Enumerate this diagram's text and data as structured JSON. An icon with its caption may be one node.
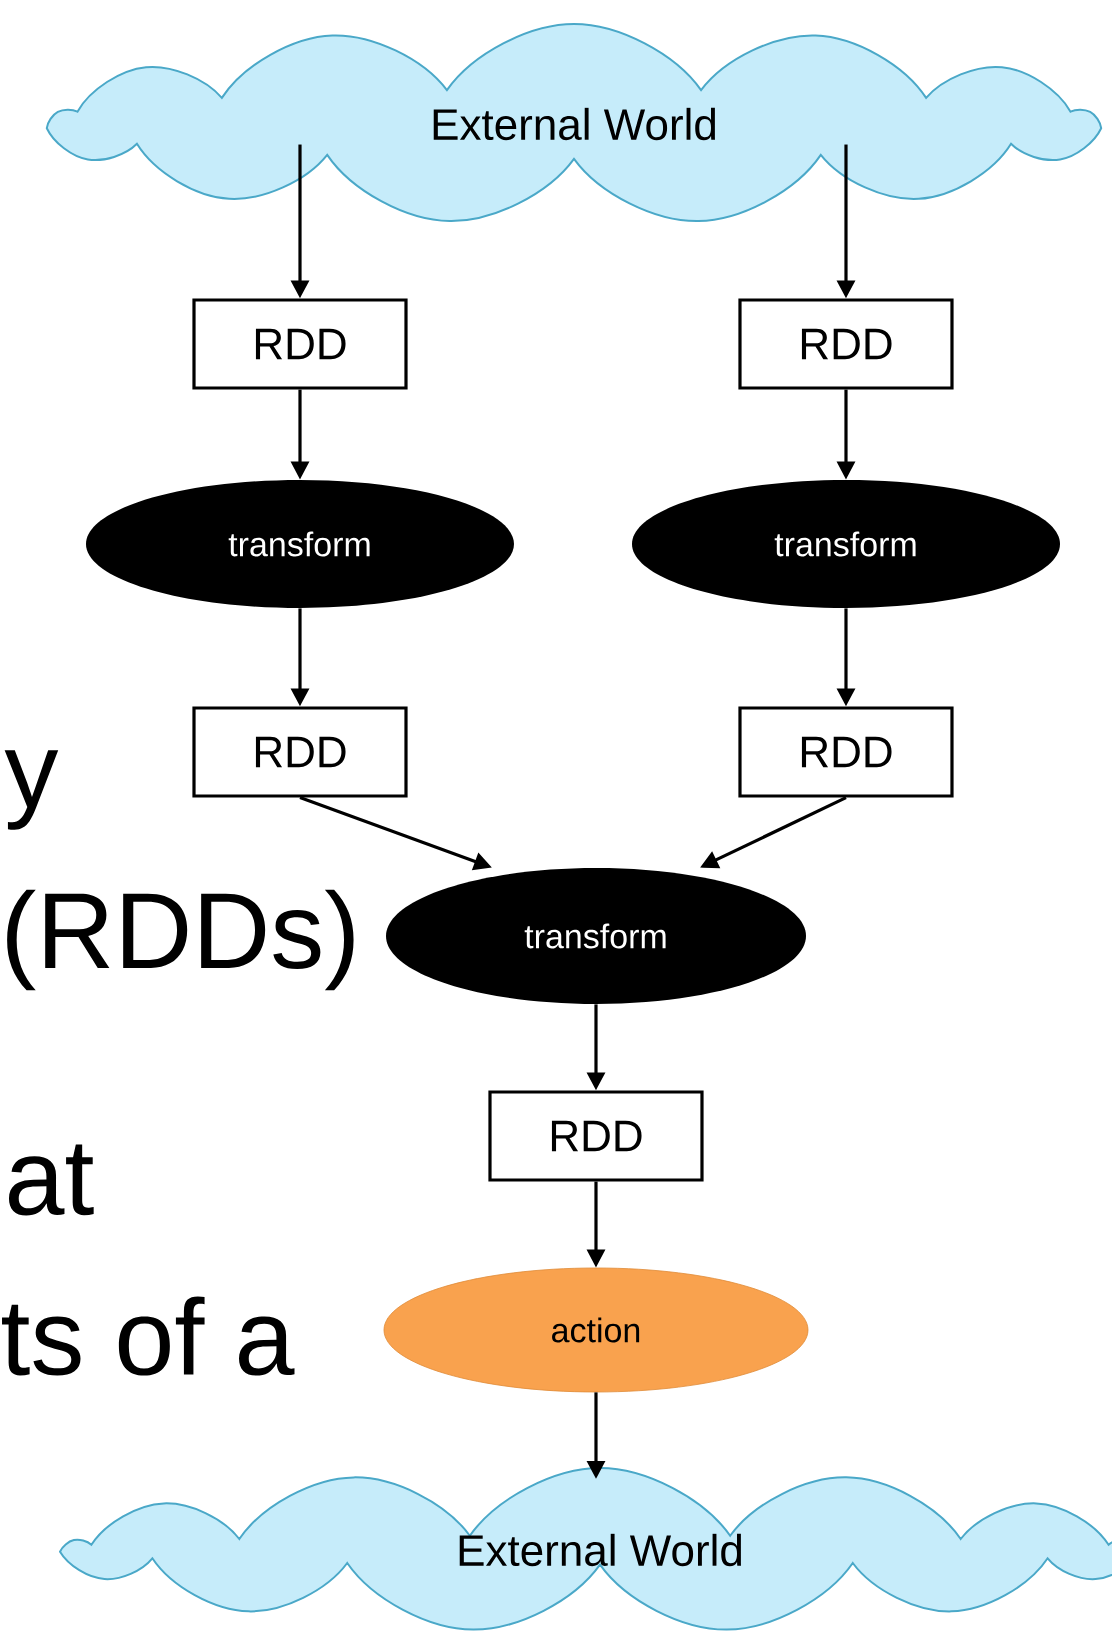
{
  "diagram": {
    "nodes": [
      {
        "text": [
          "External World"
        ]
      },
      {
        "text": [
          "RDD"
        ]
      },
      {
        "text": [
          "RDD"
        ]
      },
      {
        "text": [
          "transform"
        ]
      },
      {
        "text": [
          "transform"
        ]
      },
      {
        "text": [
          "RDD"
        ]
      },
      {
        "text": [
          "RDD"
        ]
      },
      {
        "text": [
          "transform"
        ]
      },
      {
        "text": [
          "RDD"
        ]
      },
      {
        "text": [
          "action"
        ]
      },
      {
        "text": [
          "External World"
        ]
      }
    ],
    "edges": [
      {
        "from": 0,
        "to": 1,
        "arrow": "to"
      },
      {
        "from": 0,
        "to": 2,
        "arrow": "to"
      },
      {
        "from": 1,
        "to": 3,
        "arrow": "to"
      },
      {
        "from": 2,
        "to": 4,
        "arrow": "to"
      },
      {
        "from": 3,
        "to": 5,
        "arrow": "to"
      },
      {
        "from": 4,
        "to": 6,
        "arrow": "to"
      },
      {
        "from": 5,
        "to": 7,
        "arrow": "to"
      },
      {
        "from": 6,
        "to": 7,
        "arrow": "to"
      },
      {
        "from": 7,
        "to": 8,
        "arrow": "to"
      },
      {
        "from": 8,
        "to": 9,
        "arrow": "to"
      },
      {
        "from": 9,
        "to": 10,
        "arrow": "to"
      }
    ],
    "labels": [
      "y",
      "(RDDs)",
      "at",
      "ts of a"
    ]
  }
}
